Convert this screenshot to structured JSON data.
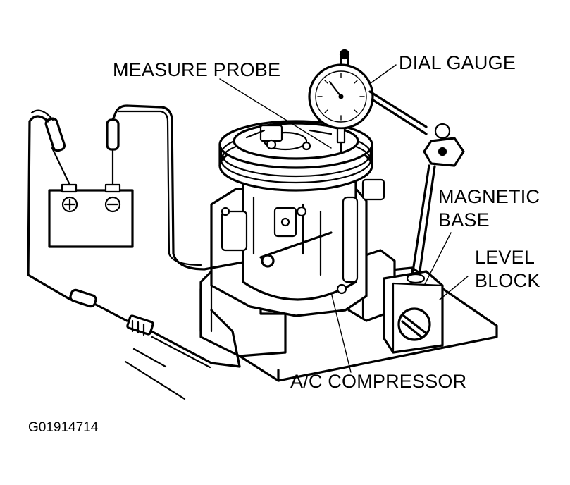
{
  "labels": {
    "measure_probe": "MEASURE PROBE",
    "dial_gauge": "DIAL GAUGE",
    "magnetic_base_line1": "MAGNETIC",
    "magnetic_base_line2": "BASE",
    "level_block_line1": "LEVEL",
    "level_block_line2": "BLOCK",
    "ac_compressor": "A/C COMPRESSOR"
  },
  "figure_id": "G01914714",
  "battery": {
    "positive_symbol": "+",
    "negative_symbol": "−"
  },
  "colors": {
    "ink": "#000000",
    "background": "#ffffff"
  }
}
